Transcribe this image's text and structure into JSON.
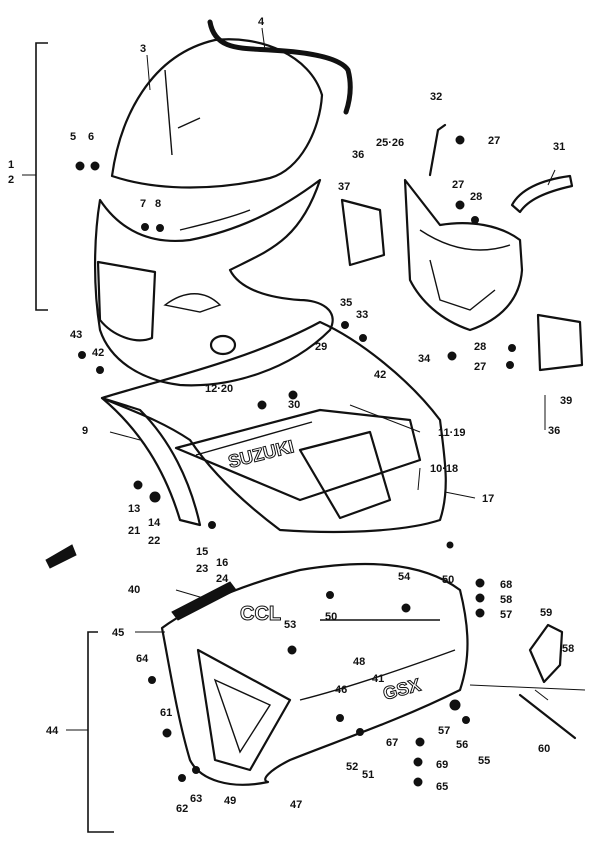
{
  "labels": {
    "l_1": "1",
    "l_2": "2",
    "l_3": "3",
    "l_4": "4",
    "l_5a": "5",
    "l_6": "6",
    "l_7": "7",
    "l_8": "8",
    "l_9": "9",
    "l_11_19": "11·19",
    "l_10_18": "10·18",
    "l_12_20": "12·20",
    "l_13": "13",
    "l_14": "14",
    "l_15": "15",
    "l_16": "16",
    "l_17": "17",
    "l_21": "21",
    "l_22": "22",
    "l_23": "23",
    "l_24": "24",
    "l_25_26": "25·26",
    "l_27a": "27",
    "l_27b": "27",
    "l_27c": "27",
    "l_28a": "28",
    "l_28b": "28",
    "l_29": "29",
    "l_30": "30",
    "l_31": "31",
    "l_32": "32",
    "l_33": "33",
    "l_34": "34",
    "l_35": "35",
    "l_36a": "36",
    "l_36b": "36",
    "l_37": "37",
    "l_39": "39",
    "l_40": "40",
    "l_41": "41",
    "l_42a": "42",
    "l_42b": "42",
    "l_43": "43",
    "l_44": "44",
    "l_45": "45",
    "l_46": "46",
    "l_47": "47",
    "l_48": "48",
    "l_49": "49",
    "l_50a": "50",
    "l_50b": "50",
    "l_51": "51",
    "l_52": "52",
    "l_53": "53",
    "l_54": "54",
    "l_55": "55",
    "l_56": "56",
    "l_57a": "57",
    "l_57b": "57",
    "l_58a": "58",
    "l_58b": "58",
    "l_59": "59",
    "l_60": "60",
    "l_61": "61",
    "l_62": "62",
    "l_63": "63",
    "l_64": "64",
    "l_65": "65",
    "l_67": "67",
    "l_68": "68",
    "l_69": "69"
  },
  "decals": {
    "brand": "SUZUKI",
    "lower_mark": "GSX",
    "side_mark": "CCL"
  }
}
